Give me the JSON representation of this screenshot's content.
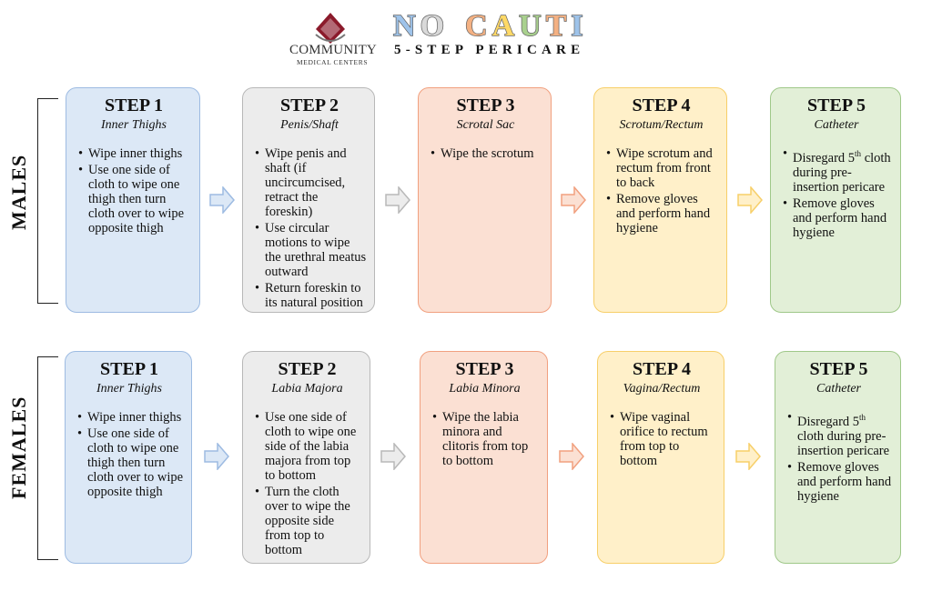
{
  "header": {
    "logo_line1": "COMMUNITY",
    "logo_line2": "MEDICAL CENTERS",
    "title_letters": [
      {
        "ch": "N",
        "color": "#9ec3ea"
      },
      {
        "ch": "O",
        "color": "#d9d9d9"
      },
      {
        "ch": " ",
        "color": "#ffffff"
      },
      {
        "ch": "C",
        "color": "#f4b183"
      },
      {
        "ch": "A",
        "color": "#ffd966"
      },
      {
        "ch": "U",
        "color": "#a9d18e"
      },
      {
        "ch": "T",
        "color": "#f4b183"
      },
      {
        "ch": "I",
        "color": "#9ec3ea"
      }
    ],
    "subtitle": "5-STEP PERICARE"
  },
  "rows": {
    "males": {
      "label": "MALES",
      "steps": [
        {
          "title": "STEP 1",
          "subtitle": "Inner Thighs",
          "bullets": [
            "Wipe inner thighs",
            "Use one side of cloth to wipe one thigh then turn cloth over to wipe opposite thigh"
          ]
        },
        {
          "title": "STEP 2",
          "subtitle": "Penis/Shaft",
          "bullets": [
            "Wipe penis and shaft (if uncircumcised, retract the foreskin)",
            "Use circular motions to wipe the urethral meatus outward",
            "Return foreskin to its natural position"
          ]
        },
        {
          "title": "STEP 3",
          "subtitle": "Scrotal Sac",
          "bullets": [
            "Wipe the scrotum"
          ]
        },
        {
          "title": "STEP 4",
          "subtitle": "Scrotum/Rectum",
          "bullets": [
            "Wipe scrotum and rectum from front to back",
            "Remove gloves and perform hand hygiene"
          ]
        },
        {
          "title": "STEP 5",
          "subtitle": "Catheter",
          "bullets_special": {
            "b1_pre": "Disregard 5",
            "b1_sup": "th",
            "b1_post": " cloth during pre-insertion pericare"
          },
          "bullets": [
            "Remove gloves and perform hand hygiene"
          ]
        }
      ]
    },
    "females": {
      "label": "FEMALES",
      "steps": [
        {
          "title": "STEP 1",
          "subtitle": "Inner Thighs",
          "bullets": [
            "Wipe inner thighs",
            "Use one side of cloth to wipe one thigh then turn cloth over to wipe opposite thigh"
          ]
        },
        {
          "title": "STEP 2",
          "subtitle": "Labia Majora",
          "bullets": [
            "Use one side of cloth to wipe one side of the labia majora from top to bottom",
            "Turn the cloth over to wipe the opposite side from top to bottom"
          ]
        },
        {
          "title": "STEP 3",
          "subtitle": "Labia Minora",
          "bullets": [
            "Wipe the labia minora and clitoris from top to bottom"
          ]
        },
        {
          "title": "STEP 4",
          "subtitle": "Vagina/Rectum",
          "bullets": [
            "Wipe vaginal orifice to rectum from top to bottom"
          ]
        },
        {
          "title": "STEP 5",
          "subtitle": "Catheter",
          "bullets_special": {
            "b1_pre": "Disregard 5",
            "b1_sup": "th",
            "b1_post": " cloth during pre-insertion pericare"
          },
          "bullets": [
            "Remove gloves and perform hand hygiene"
          ]
        }
      ]
    }
  }
}
